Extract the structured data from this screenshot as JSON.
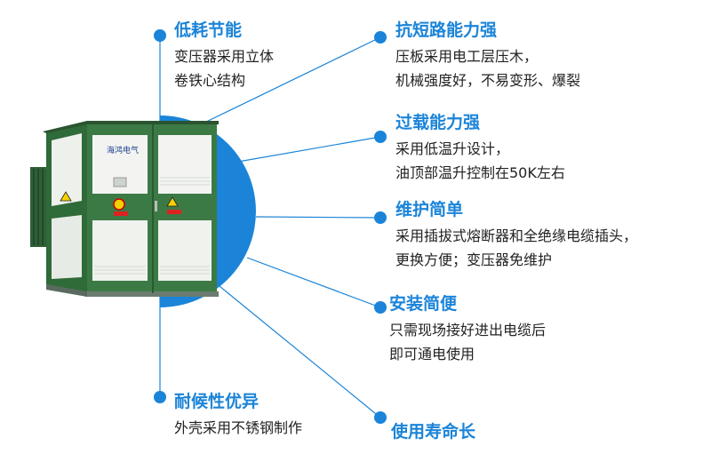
{
  "features": [
    {
      "id": "low-loss",
      "title": "低耗节能",
      "lines": [
        "变压器采用立体",
        "卷铁心结构"
      ]
    },
    {
      "id": "short-circuit",
      "title": "抗短路能力强",
      "lines": [
        "压板采用电工层压木，",
        "机械强度好，不易变形、爆裂"
      ]
    },
    {
      "id": "overload",
      "title": "过载能力强",
      "lines": [
        "采用低温升设计，",
        "油顶部温升控制在50K左右"
      ]
    },
    {
      "id": "maintenance",
      "title": "维护简单",
      "lines": [
        "采用插拔式熔断器和全绝缘电缆插头，",
        "更换方便；变压器免维护"
      ]
    },
    {
      "id": "install",
      "title": "安装简便",
      "lines": [
        "只需现场接好进出电缆后",
        "即可通电使用"
      ]
    },
    {
      "id": "weather",
      "title": "耐候性优异",
      "lines": [
        "外壳采用不锈钢制作"
      ]
    },
    {
      "id": "lifespan",
      "title": "使用寿命长",
      "lines": []
    }
  ],
  "product": {
    "brand_label": "海鸿电气"
  },
  "colors": {
    "accent": "#1b84d8",
    "cabinet": "#3c7a45",
    "text": "#222222"
  }
}
